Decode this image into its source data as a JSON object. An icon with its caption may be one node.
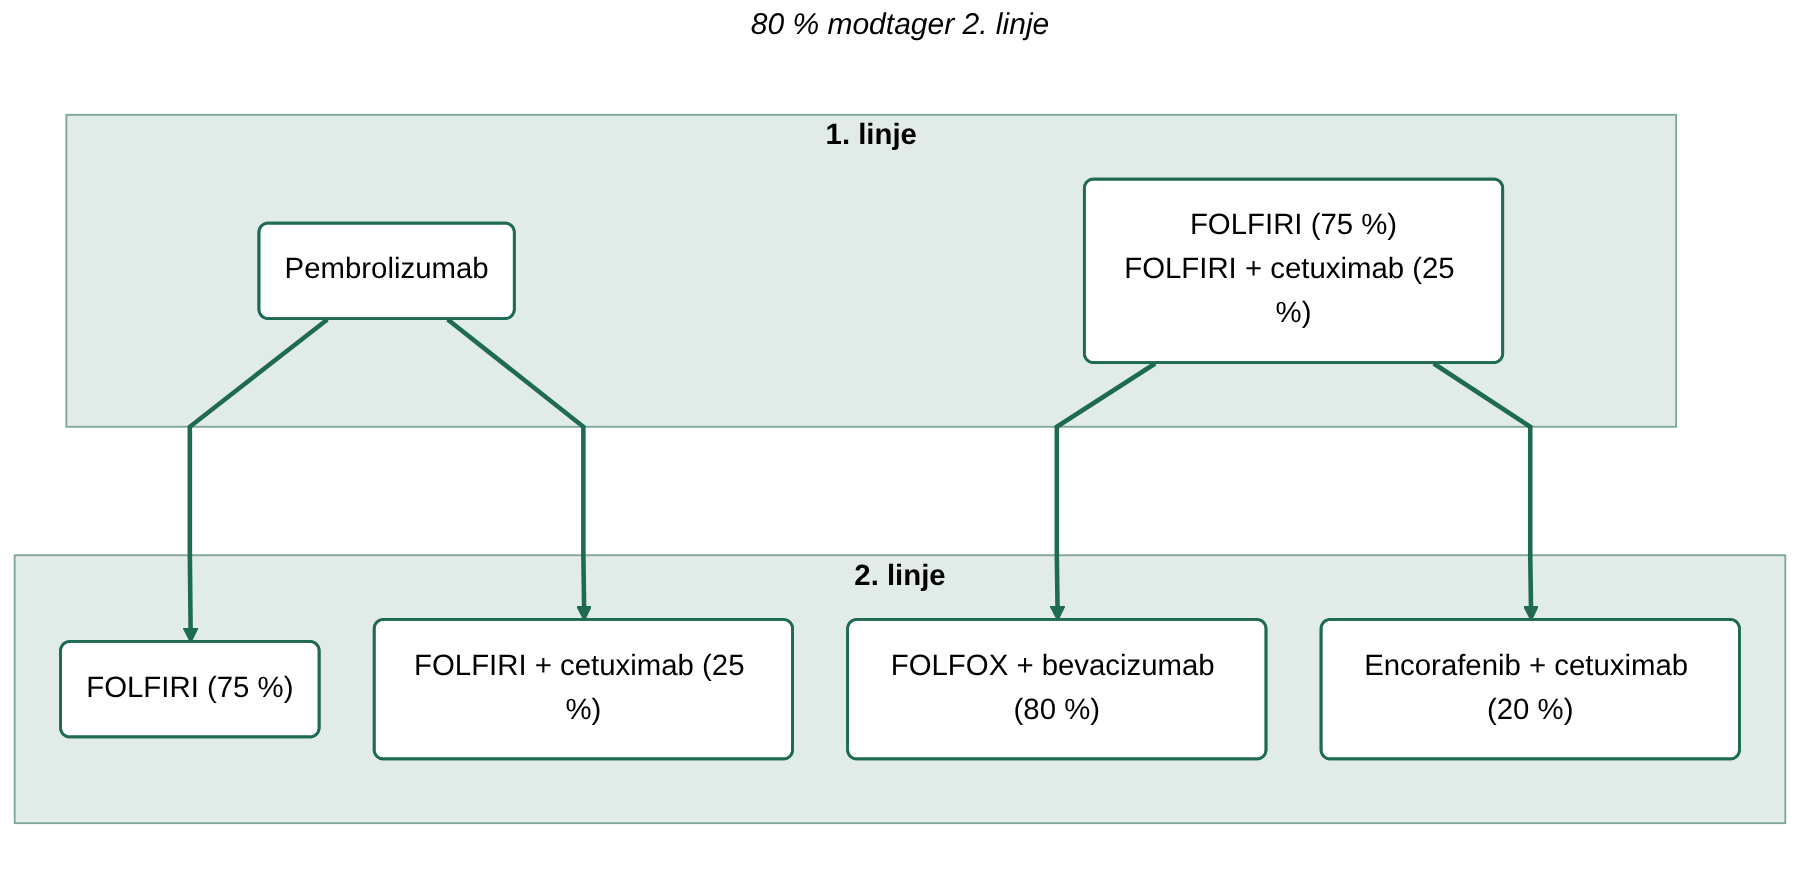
{
  "diagram": {
    "nodes": [
      {
        "text": [
          "1. linje"
        ]
      },
      {
        "text": [
          "Pembrolizumab"
        ],
        "in": 0
      },
      {
        "text": [
          "FOLFIRI (75 %)",
          "FOLFIRI + cetuximab (25 %)"
        ],
        "in": 0
      },
      {
        "text": [
          "2. linje"
        ]
      },
      {
        "text": [
          "FOLFIRI (75 %)"
        ],
        "in": 3
      },
      {
        "text": [
          "FOLFIRI + cetuximab (25 %)"
        ],
        "in": 3
      },
      {
        "text": [
          "FOLFOX + bevacizumab (80 %)"
        ],
        "in": 3
      },
      {
        "text": [
          "Encorafenib + cetuximab (20 %)"
        ],
        "in": 3
      }
    ],
    "edges": [
      {
        "from": 1,
        "to": 4,
        "arrow": "to"
      },
      {
        "from": 1,
        "to": 5,
        "arrow": "to"
      },
      {
        "from": 2,
        "to": 6,
        "arrow": "to"
      },
      {
        "from": 2,
        "to": 7,
        "arrow": "to"
      }
    ],
    "labels": [
      "80 % modtager 2. linje"
    ]
  }
}
